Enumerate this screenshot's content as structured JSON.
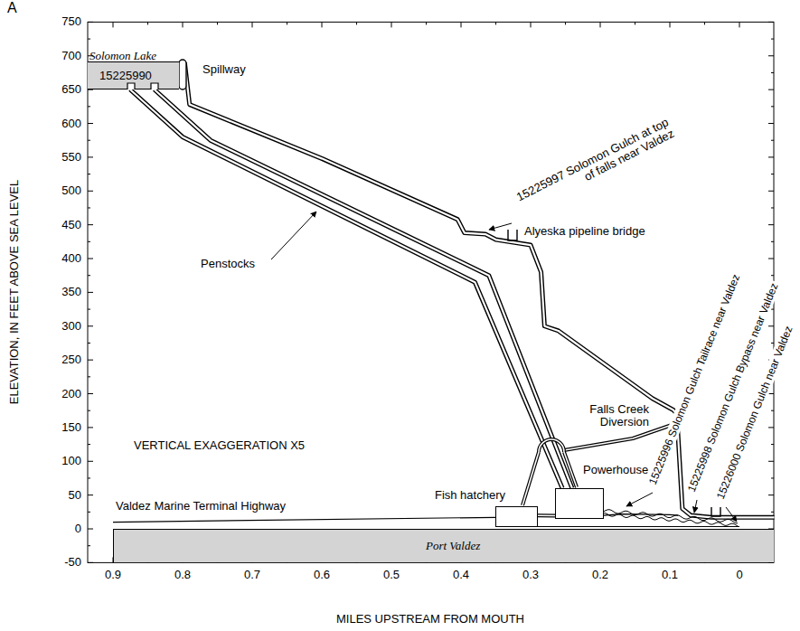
{
  "diagram": {
    "nodes": [
      {
        "text": [
          "Solomon Lake",
          "15225990"
        ]
      },
      {
        "text": [
          "Fish hatchery"
        ]
      },
      {
        "text": [
          "Powerhouse"
        ]
      },
      {
        "text": [
          "Port Valdez"
        ]
      }
    ],
    "edges": [
      {
        "from": 0,
        "to": 2,
        "arrow": "none"
      },
      {
        "from": 0,
        "to": 2,
        "arrow": "none"
      },
      {
        "from": 1,
        "to": 2,
        "arrow": "none"
      }
    ],
    "labels": [
      "A",
      "Spillway",
      "15225997 Solomon Gulch at top of falls near Valdez",
      "Alyeska pipeline bridge",
      "Penstocks",
      "Falls Creek Diversion",
      "VERTICAL EXAGGERATION X5",
      "Valdez Marine Terminal Highway",
      "15225996 Solomon Gulch Tailrace near Valdez",
      "15225998 Solomon Gulch Bypass near Valdez",
      "15226000 Solomon Gulch near Valdez",
      "ELEVATION, IN FEET ABOVE SEA LEVEL",
      "MILES UPSTREAM FROM MOUTH",
      "750",
      "700",
      "650",
      "600",
      "550",
      "500",
      "450",
      "400",
      "350",
      "300",
      "250",
      "200",
      "150",
      "100",
      "50",
      "0",
      "-50",
      "0.9",
      "0.8",
      "0.7",
      "0.6",
      "0.5",
      "0.4",
      "0.3",
      "0.2",
      "0.1",
      "0"
    ]
  }
}
